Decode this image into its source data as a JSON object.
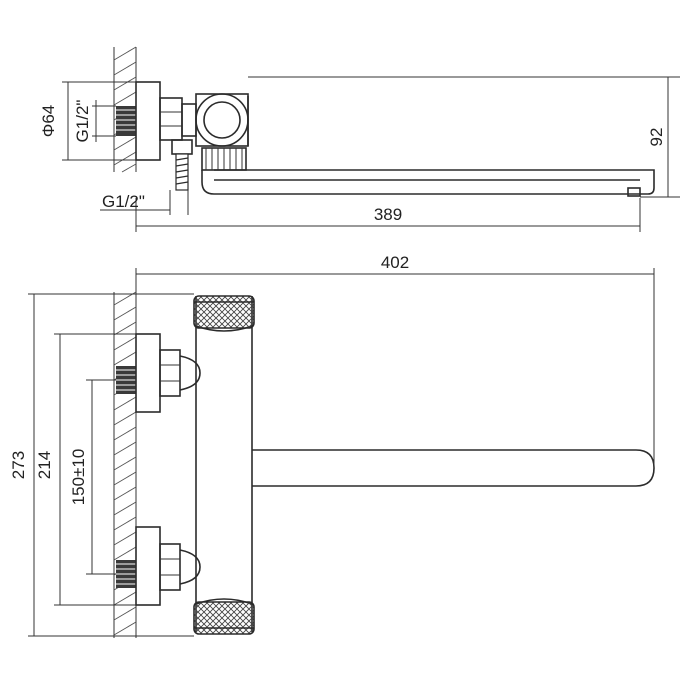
{
  "dimensions": {
    "phi64": "Φ64",
    "g12_top": "G1/2\"",
    "g12_bottom": "G1/2\"",
    "d92": "92",
    "d389": "389",
    "d402": "402",
    "d273": "273",
    "d214": "214",
    "d150": "150±10"
  }
}
